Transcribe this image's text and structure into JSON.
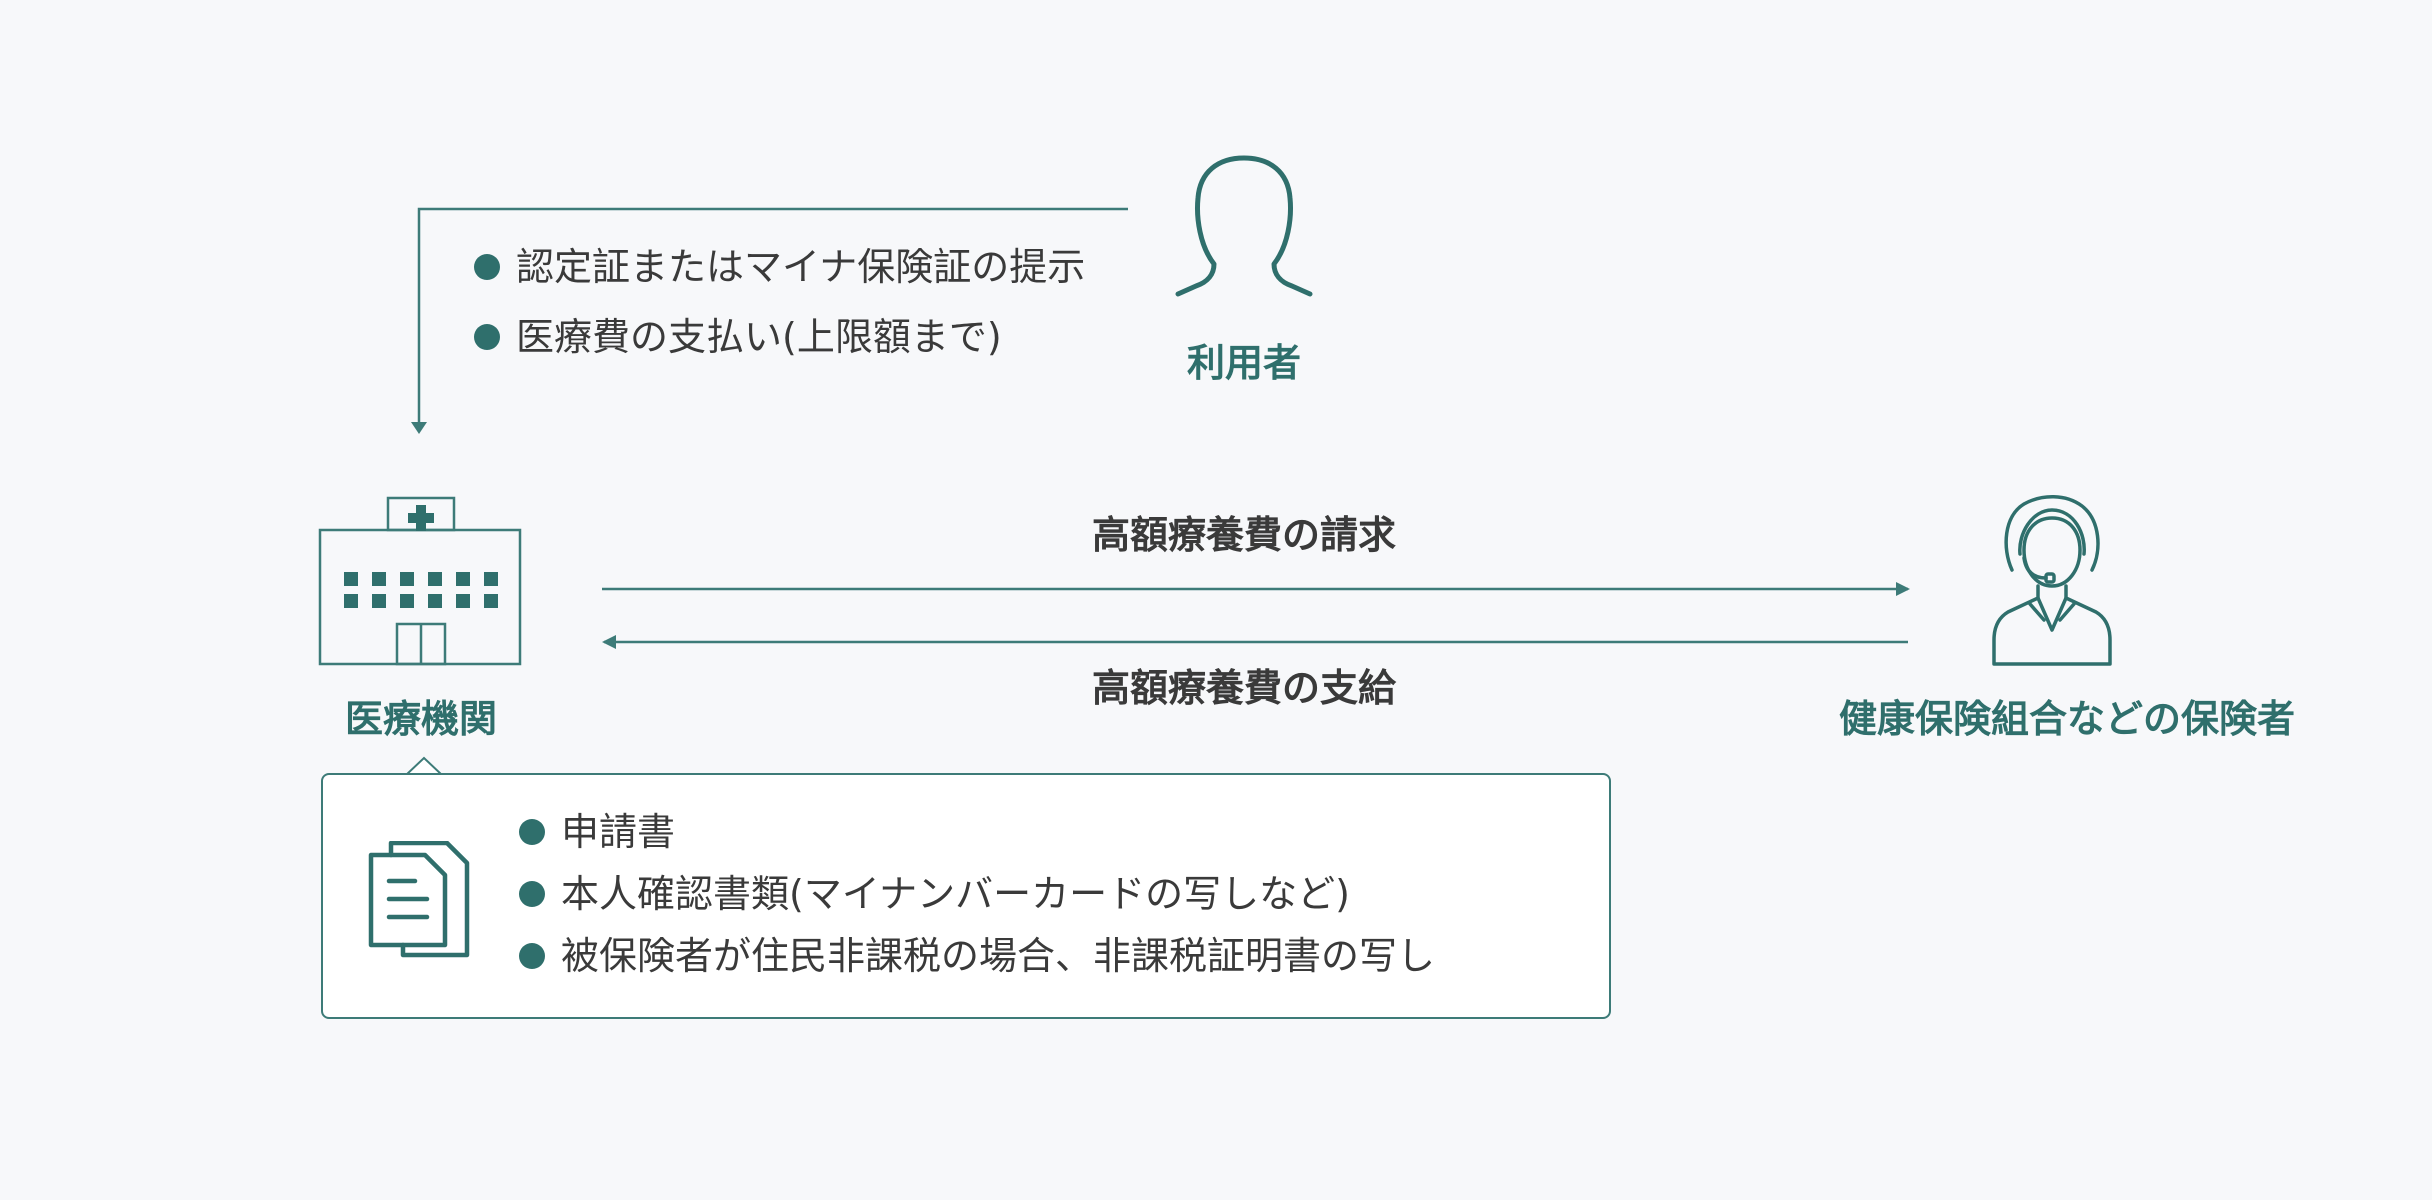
{
  "colors": {
    "accent": "#2f6f6c",
    "line": "#3d7b78",
    "text": "#3a3a3a",
    "background": "#f7f8fa",
    "box_bg": "#ffffff"
  },
  "user": {
    "label": "利用者",
    "icon": "person-silhouette-icon",
    "actions": [
      "認定証またはマイナ保険証の提示",
      "医療費の支払い(上限額まで)"
    ]
  },
  "hospital": {
    "label": "医療機関",
    "icon": "hospital-building-icon"
  },
  "insurer": {
    "label": "健康保険組合などの保険者",
    "icon": "operator-headset-icon"
  },
  "flows": {
    "claim_label": "高額療養費の請求",
    "payment_label": "高額療養費の支給"
  },
  "documents": {
    "icon": "documents-icon",
    "items": [
      "申請書",
      "本人確認書類(マイナンバーカードの写しなど)",
      "被保険者が住民非課税の場合、非課税証明書の写し"
    ]
  }
}
